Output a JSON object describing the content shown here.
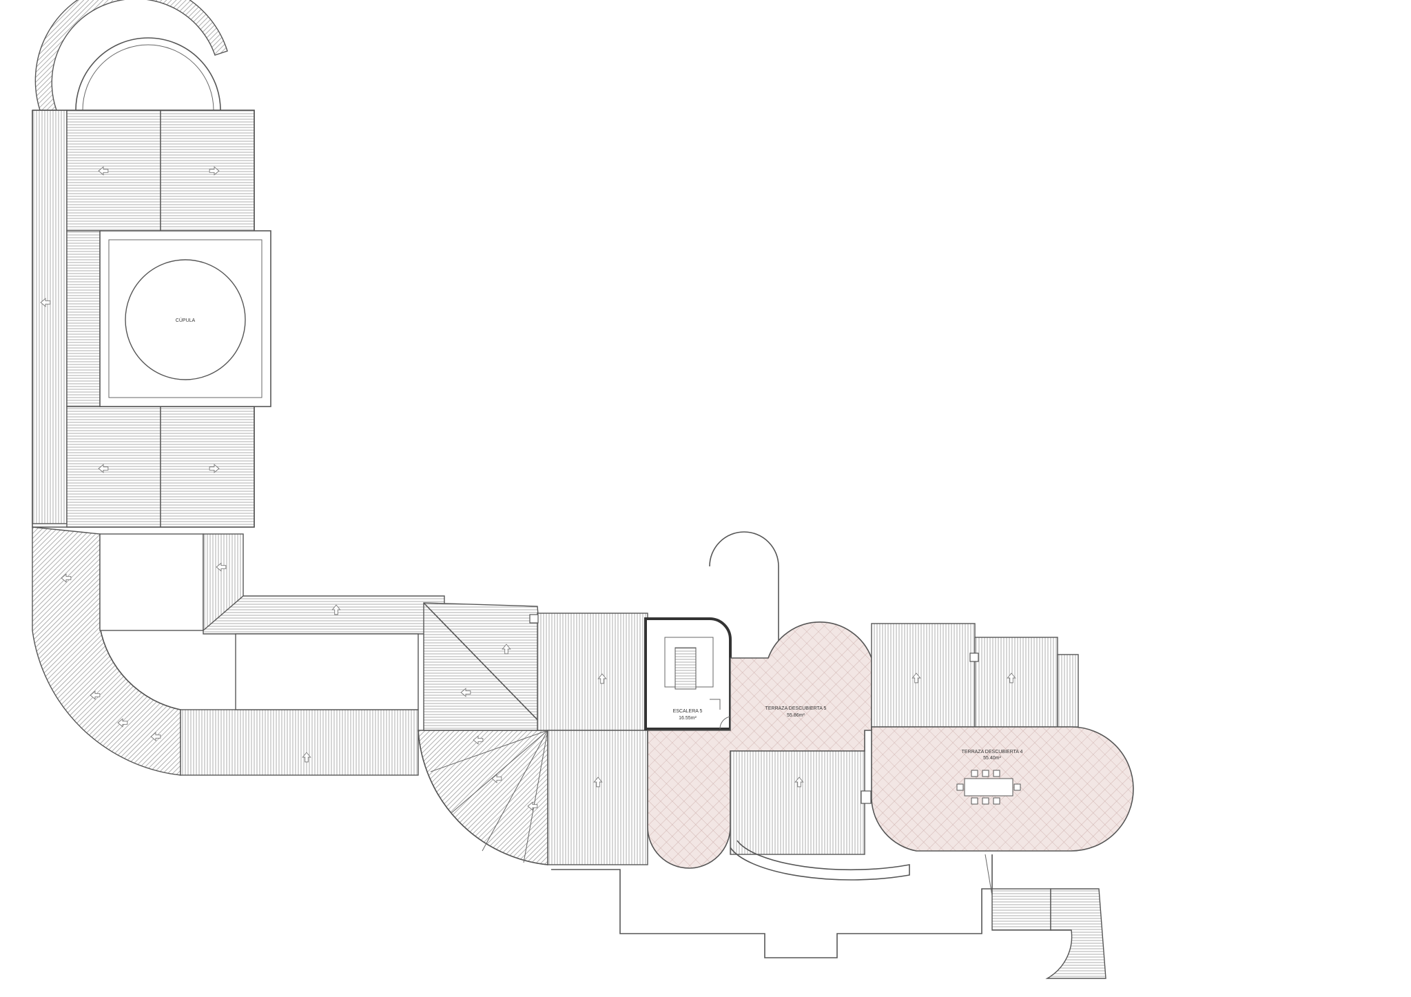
{
  "plan": {
    "labels": {
      "cupola": "CÚPULA",
      "stair_name": "ESCALERA 5",
      "stair_area": "16.55m²",
      "terrace5_name": "TERRAZA DESCUBIERTA 5",
      "terrace5_area": "55.86m²",
      "terrace4_name": "TERRAZA DESCUBIERTA 4",
      "terrace4_area": "55.40m²"
    },
    "colors": {
      "line": "#555555",
      "hatch": "#9a9a9a",
      "terrace_fill": "#f2e6e4",
      "terrace_grid": "#c9a9a6"
    }
  }
}
